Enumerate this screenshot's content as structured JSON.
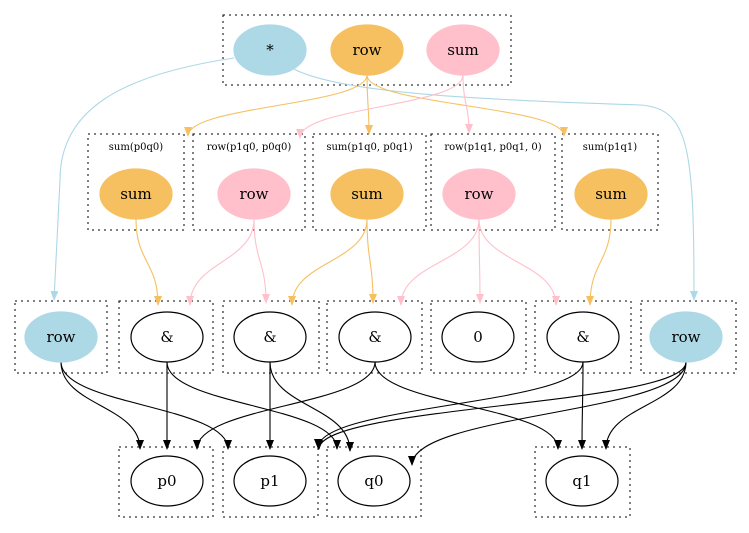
{
  "colors": {
    "blue": "#add8e6",
    "orange": "#f6c060",
    "pink": "#ffc0cb",
    "white": "#ffffff",
    "black": "#000000"
  },
  "clusters": [
    {
      "id": "c-top",
      "label": ""
    },
    {
      "id": "c-sum-p0q0",
      "label": "sum(p0q0)"
    },
    {
      "id": "c-row-p1q0-p0q0",
      "label": "row(p1q0, p0q0)"
    },
    {
      "id": "c-sum-p1q0-p0q1",
      "label": "sum(p1q0, p0q1)"
    },
    {
      "id": "c-row-p1q1-p0q1-0",
      "label": "row(p1q1, p0q1, 0)"
    },
    {
      "id": "c-sum-p1q1",
      "label": "sum(p1q1)"
    },
    {
      "id": "c-row-left",
      "label": ""
    },
    {
      "id": "c-and1",
      "label": ""
    },
    {
      "id": "c-and2",
      "label": ""
    },
    {
      "id": "c-and3",
      "label": ""
    },
    {
      "id": "c-zero",
      "label": ""
    },
    {
      "id": "c-and4",
      "label": ""
    },
    {
      "id": "c-row-right",
      "label": ""
    },
    {
      "id": "c-p0",
      "label": ""
    },
    {
      "id": "c-p1",
      "label": ""
    },
    {
      "id": "c-q0",
      "label": ""
    },
    {
      "id": "c-q1",
      "label": ""
    }
  ],
  "nodes": [
    {
      "id": "star",
      "label": "*",
      "fill": "blue"
    },
    {
      "id": "row-top",
      "label": "row",
      "fill": "orange"
    },
    {
      "id": "sum-top",
      "label": "sum",
      "fill": "pink"
    },
    {
      "id": "sum-a",
      "label": "sum",
      "fill": "orange"
    },
    {
      "id": "row-b",
      "label": "row",
      "fill": "pink"
    },
    {
      "id": "sum-c",
      "label": "sum",
      "fill": "orange"
    },
    {
      "id": "row-d",
      "label": "row",
      "fill": "pink"
    },
    {
      "id": "sum-e",
      "label": "sum",
      "fill": "orange"
    },
    {
      "id": "row-left",
      "label": "row",
      "fill": "blue"
    },
    {
      "id": "and1",
      "label": "&",
      "fill": "white"
    },
    {
      "id": "and2",
      "label": "&",
      "fill": "white"
    },
    {
      "id": "and3",
      "label": "&",
      "fill": "white"
    },
    {
      "id": "zero",
      "label": "0",
      "fill": "white"
    },
    {
      "id": "and4",
      "label": "&",
      "fill": "white"
    },
    {
      "id": "row-right",
      "label": "row",
      "fill": "blue"
    },
    {
      "id": "p0",
      "label": "p0",
      "fill": "white"
    },
    {
      "id": "p1",
      "label": "p1",
      "fill": "white"
    },
    {
      "id": "q0",
      "label": "q0",
      "fill": "white"
    },
    {
      "id": "q1",
      "label": "q1",
      "fill": "white"
    }
  ],
  "edges": [
    {
      "from": "star",
      "to": "row-left",
      "color": "blue"
    },
    {
      "from": "star",
      "to": "row-right",
      "color": "blue"
    },
    {
      "from": "row-top",
      "to": "sum-a",
      "color": "orange"
    },
    {
      "from": "row-top",
      "to": "sum-c",
      "color": "orange"
    },
    {
      "from": "row-top",
      "to": "sum-e",
      "color": "orange"
    },
    {
      "from": "sum-top",
      "to": "row-b",
      "color": "pink"
    },
    {
      "from": "sum-top",
      "to": "row-d",
      "color": "pink"
    },
    {
      "from": "sum-a",
      "to": "and1",
      "color": "orange"
    },
    {
      "from": "row-b",
      "to": "and1",
      "color": "pink"
    },
    {
      "from": "row-b",
      "to": "and2",
      "color": "pink"
    },
    {
      "from": "sum-c",
      "to": "and2",
      "color": "orange"
    },
    {
      "from": "sum-c",
      "to": "and3",
      "color": "orange"
    },
    {
      "from": "row-d",
      "to": "and3",
      "color": "pink"
    },
    {
      "from": "row-d",
      "to": "zero",
      "color": "pink"
    },
    {
      "from": "row-d",
      "to": "and4",
      "color": "pink"
    },
    {
      "from": "sum-e",
      "to": "and4",
      "color": "orange"
    },
    {
      "from": "row-left",
      "to": "p0",
      "color": "black"
    },
    {
      "from": "row-left",
      "to": "p1",
      "color": "black"
    },
    {
      "from": "and1",
      "to": "p0",
      "color": "black"
    },
    {
      "from": "and1",
      "to": "q0",
      "color": "black"
    },
    {
      "from": "and2",
      "to": "p1",
      "color": "black"
    },
    {
      "from": "and2",
      "to": "q0",
      "color": "black"
    },
    {
      "from": "and3",
      "to": "p0",
      "color": "black"
    },
    {
      "from": "and3",
      "to": "q1",
      "color": "black"
    },
    {
      "from": "and4",
      "to": "q1",
      "color": "black"
    },
    {
      "from": "and4",
      "to": "q0",
      "color": "black"
    },
    {
      "from": "row-right",
      "to": "p1",
      "color": "black"
    },
    {
      "from": "row-right",
      "to": "q1",
      "color": "black"
    },
    {
      "from": "row-right",
      "to": "q0",
      "color": "black"
    }
  ]
}
